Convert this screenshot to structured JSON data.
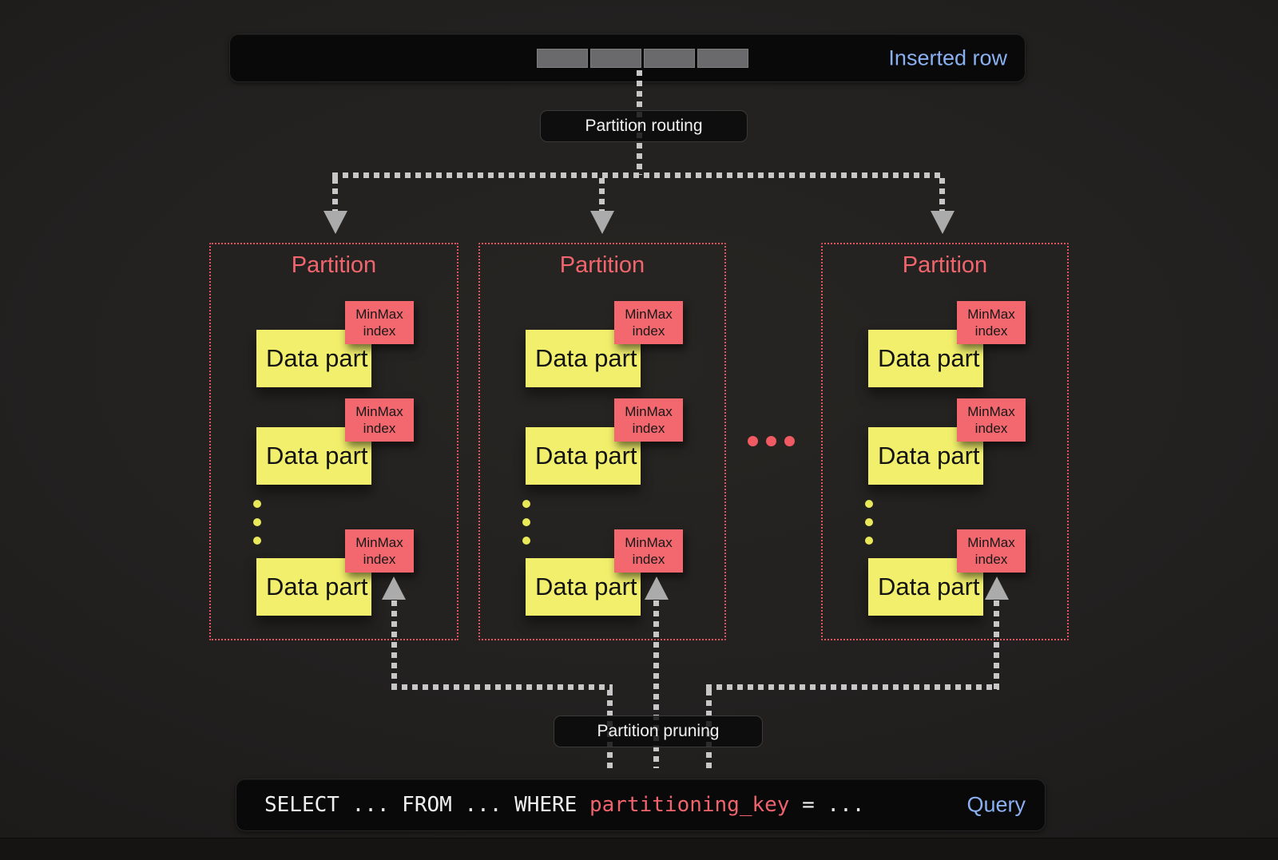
{
  "inserted_row": {
    "label": "Inserted row"
  },
  "labels": {
    "routing": "Partition routing",
    "pruning": "Partition pruning"
  },
  "partitions": [
    {
      "title": "Partition",
      "parts": [
        {
          "name": "Data part",
          "index": "MinMax index"
        },
        {
          "name": "Data part",
          "index": "MinMax index"
        },
        {
          "name": "Data part",
          "index": "MinMax index"
        }
      ]
    },
    {
      "title": "Partition",
      "parts": [
        {
          "name": "Data part",
          "index": "MinMax index"
        },
        {
          "name": "Data part",
          "index": "MinMax index"
        },
        {
          "name": "Data part",
          "index": "MinMax index"
        }
      ]
    },
    {
      "title": "Partition",
      "parts": [
        {
          "name": "Data part",
          "index": "MinMax index"
        },
        {
          "name": "Data part",
          "index": "MinMax index"
        },
        {
          "name": "Data part",
          "index": "MinMax index"
        }
      ]
    }
  ],
  "query": {
    "prefix": "SELECT ... FROM ... WHERE ",
    "key": "partitioning_key",
    "suffix": " = ...",
    "label": "Query"
  },
  "colors": {
    "accent_blue": "#8ab0f1",
    "partition_red": "#f1656d",
    "data_part_yellow": "#f1ef6b",
    "minmax_red": "#f2686e",
    "connector_gray": "#c7c7c7"
  }
}
